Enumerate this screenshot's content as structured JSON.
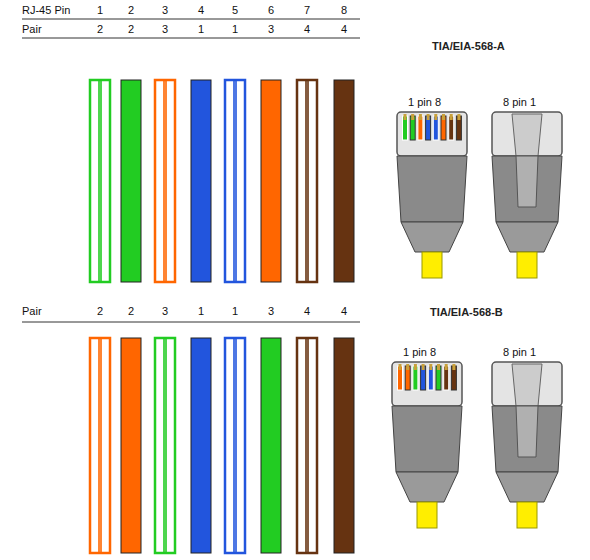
{
  "diagram": {
    "labels": [
      "RJ-45 Pin",
      "1",
      "2",
      "3",
      "4",
      "5",
      "6",
      "7",
      "8",
      "Pair",
      "2",
      "2",
      "3",
      "1",
      "1",
      "3",
      "4",
      "4",
      "TIA/EIA-568-A",
      "1 pin 8",
      "8 pin 1",
      "Pair",
      "2",
      "2",
      "3",
      "1",
      "1",
      "3",
      "4",
      "4",
      "TIA/EIA-568-B",
      "1 pin 8",
      "8 pin 1"
    ]
  }
}
